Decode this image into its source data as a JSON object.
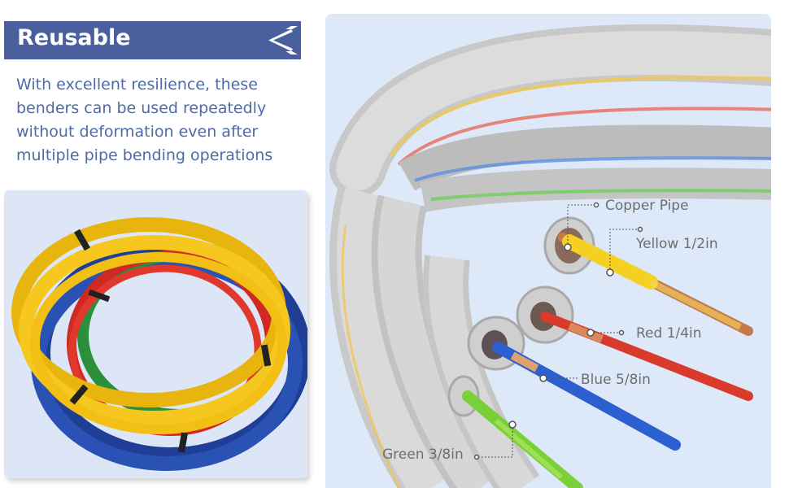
{
  "banner": {
    "title": "Reusable"
  },
  "description": {
    "lines": [
      "With excellent resilience, these",
      "benders can be used repeatedly",
      "without deformation even after",
      "multiple pipe bending operations"
    ]
  },
  "callouts": {
    "copper": "Copper Pipe",
    "yellow": "Yellow 1/2in",
    "red": "Red 1/4in",
    "blue": "Blue 5/8in",
    "green": "Green 3/8in"
  },
  "colors": {
    "accent": "#4a5f9e",
    "text": "#4f6aa6",
    "panel": "#dde8f8",
    "yellow": "#f5c518",
    "red": "#d62a22",
    "blue": "#1f4aa8",
    "green": "#2f9a3e"
  }
}
